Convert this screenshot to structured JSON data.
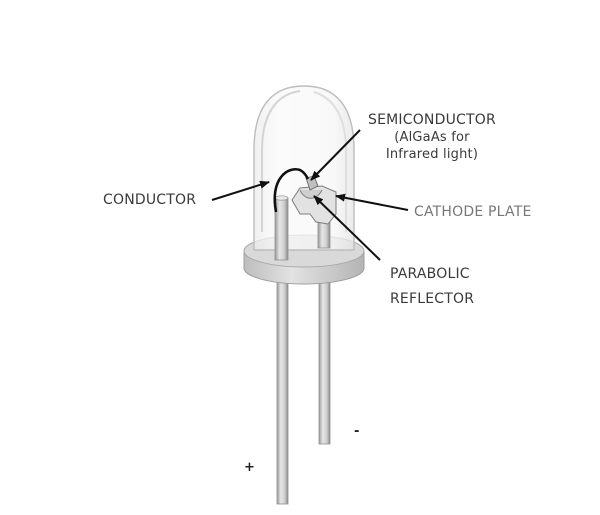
{
  "labels": {
    "semiconductor": [
      "SEMICONDUCTOR",
      "(AlGaAs for",
      "Infrared light)"
    ],
    "conductor": "CONDUCTOR",
    "cathode_plate": "CATHODE PLATE",
    "parabolic_reflector": [
      "PARABOLIC",
      "REFLECTOR"
    ]
  },
  "polarity": {
    "anode": "+",
    "cathode": "-"
  },
  "colors": {
    "label_text": "#3a3a3a",
    "cathode_text": "#777777",
    "lead": "#c8c8c8",
    "lead_edge": "#8f8f8f",
    "dome_edge": "#bdbdbd",
    "arrow": "#111111"
  }
}
